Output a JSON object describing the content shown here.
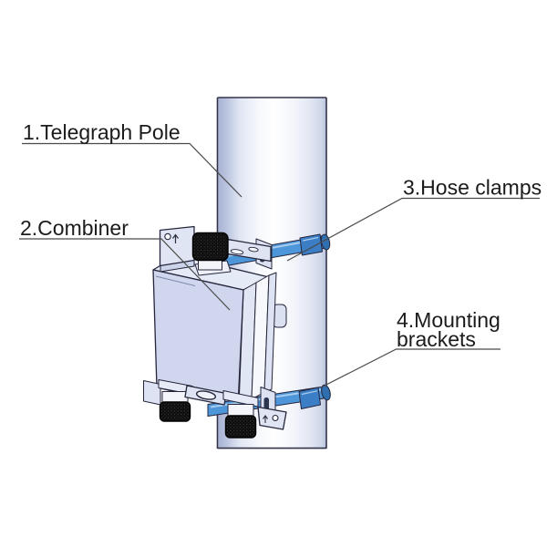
{
  "diagram": {
    "labels": [
      {
        "number": "1",
        "part": "Telegraph Pole",
        "text": "1.Telegraph Pole"
      },
      {
        "number": "2",
        "part": "Combiner",
        "text": "2.Combiner"
      },
      {
        "number": "3",
        "part": "Hose clamps",
        "text": "3.Hose clamps"
      },
      {
        "number": "4",
        "part": "Mounting brackets",
        "text": "4.Mounting brackets",
        "line1": "4.Mounting",
        "line2": "brackets"
      }
    ],
    "colors": {
      "background": "#ffffff",
      "outline": "#26263c",
      "pole_edge": "#aab4d4",
      "pole_center": "#ffffff",
      "combiner_body": "#cfd6ee",
      "combiner_top": "#e5eaf7",
      "combiner_side": "#e9edf7",
      "bracket": "#dfe4f3",
      "clamp_blue": "#4e96da",
      "clamp_shadow": "#2f6fb0",
      "clamp_highlight": "#b8d7f1",
      "connector_cap": "#0d0d0d",
      "connector_collar": "#f3f5fb",
      "label_text": "#1b1b1b",
      "annotation_line": "#4a4a4a"
    }
  }
}
